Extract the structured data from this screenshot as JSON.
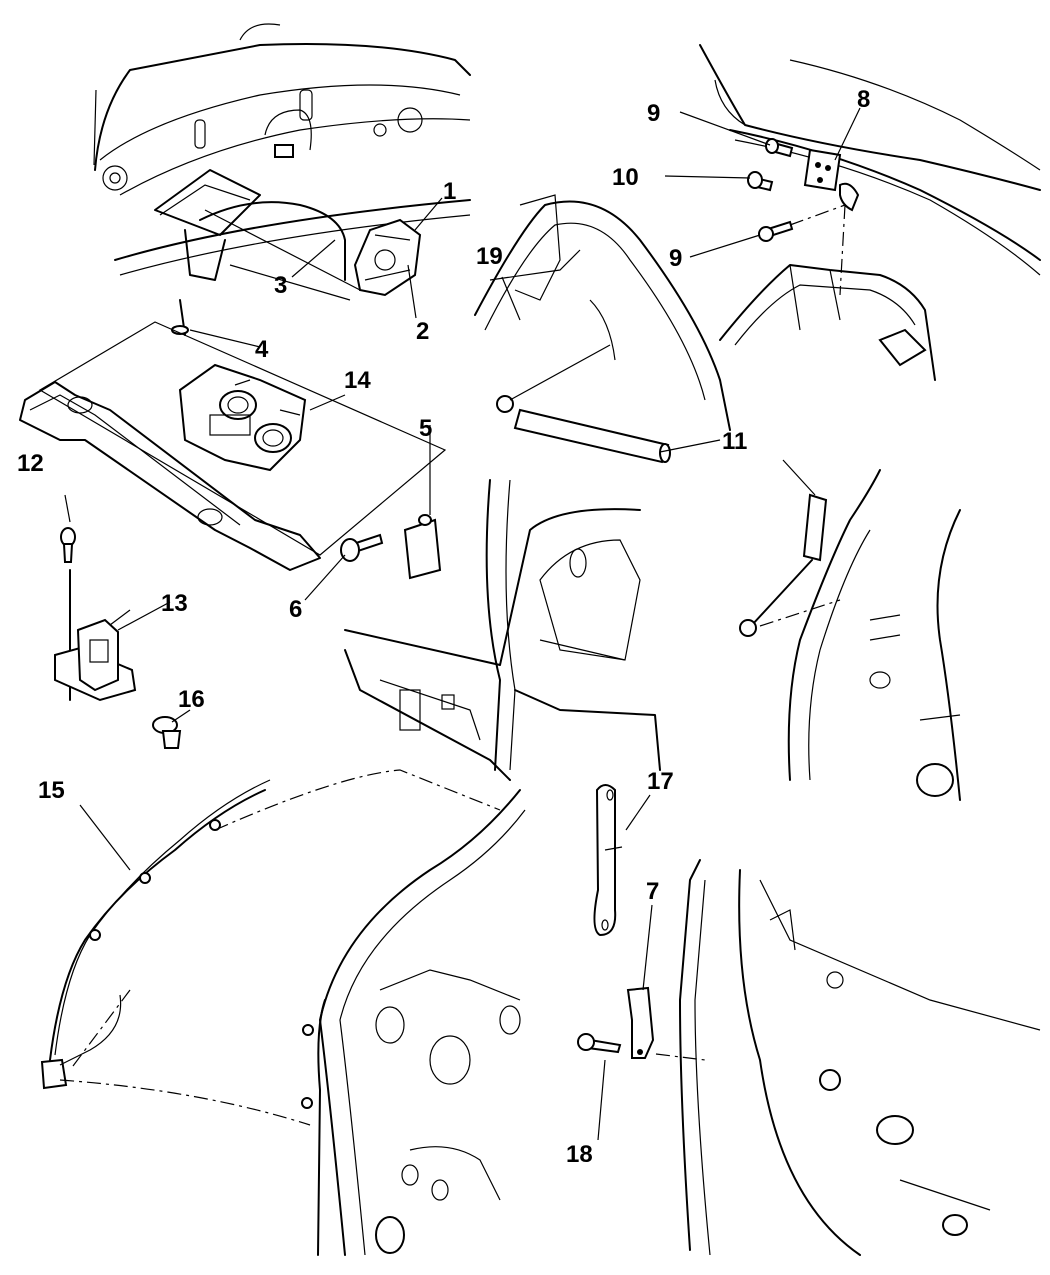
{
  "diagram": {
    "type": "exploded-parts-view",
    "line_color": "#000000",
    "background": "#ffffff",
    "callouts": [
      {
        "id": "c1",
        "label": "1"
      },
      {
        "id": "c2",
        "label": "2"
      },
      {
        "id": "c3",
        "label": "3"
      },
      {
        "id": "c4",
        "label": "4"
      },
      {
        "id": "c5",
        "label": "5"
      },
      {
        "id": "c6",
        "label": "6"
      },
      {
        "id": "c7",
        "label": "7"
      },
      {
        "id": "c8",
        "label": "8"
      },
      {
        "id": "c9a",
        "label": "9"
      },
      {
        "id": "c9b",
        "label": "9"
      },
      {
        "id": "c10",
        "label": "10"
      },
      {
        "id": "c11",
        "label": "11"
      },
      {
        "id": "c12",
        "label": "12"
      },
      {
        "id": "c13",
        "label": "13"
      },
      {
        "id": "c14",
        "label": "14"
      },
      {
        "id": "c15",
        "label": "15"
      },
      {
        "id": "c16",
        "label": "16"
      },
      {
        "id": "c17",
        "label": "17"
      },
      {
        "id": "c18",
        "label": "18"
      },
      {
        "id": "c19",
        "label": "19"
      }
    ]
  }
}
